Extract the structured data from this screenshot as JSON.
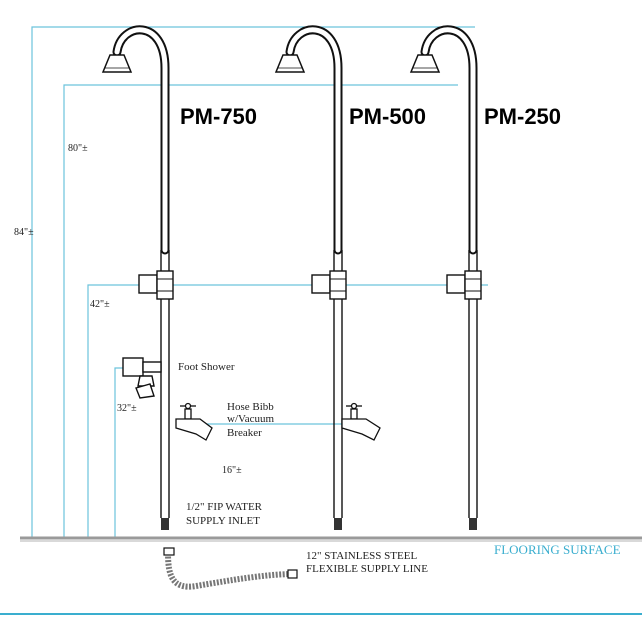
{
  "models": [
    "PM-750",
    "PM-500",
    "PM-250"
  ],
  "dimensions": {
    "d84": "84\"±",
    "d80": "80\"±",
    "d42": "42\"±",
    "d32": "32\"±",
    "d16": "16\"±"
  },
  "labels": {
    "foot_shower": "Foot Shower",
    "hose_bibb_1": "Hose Bibb",
    "hose_bibb_2": "w/Vacuum",
    "hose_bibb_3": "Breaker",
    "inlet_1": "1/2\" FIP WATER",
    "inlet_2": "SUPPLY INLET",
    "supply_1": "12\" STAINLESS STEEL",
    "supply_2": "FLEXIBLE SUPPLY LINE",
    "flooring": "FLOORING SURFACE"
  },
  "colors": {
    "dimension_line": "#6cc3dc",
    "floor_text": "#3aaecf",
    "outline": "#111111"
  }
}
